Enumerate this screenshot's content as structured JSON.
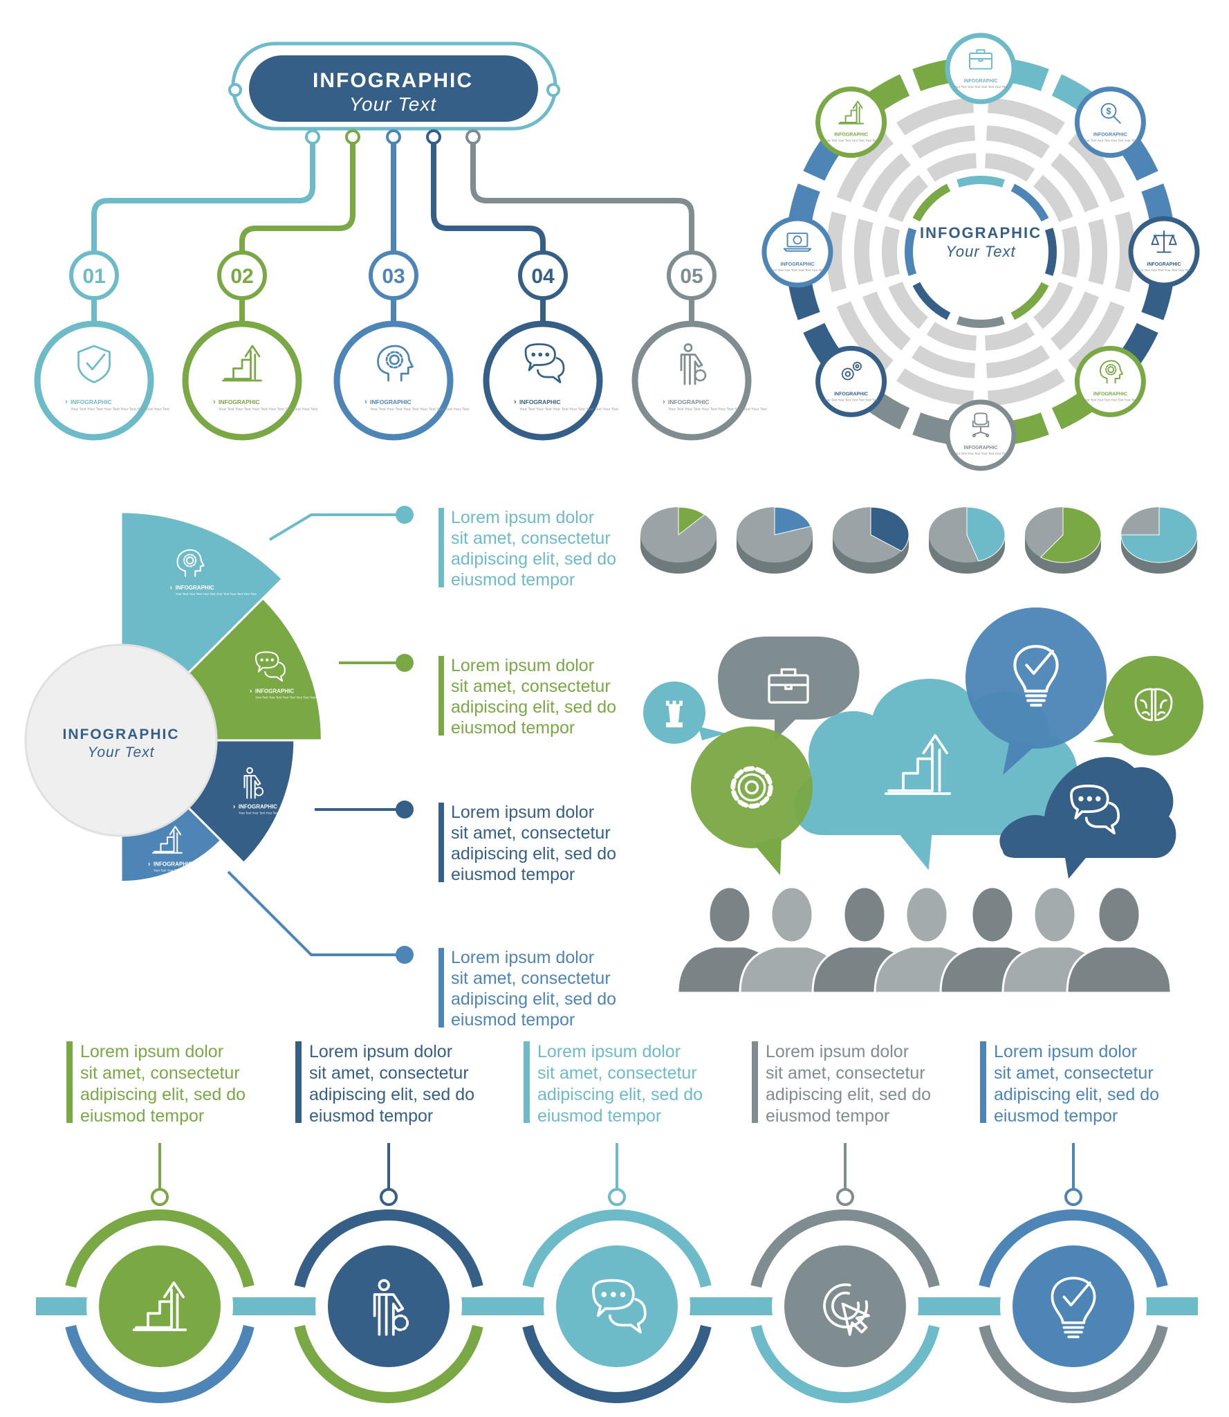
{
  "colors": {
    "teal": "#6DBBC8",
    "green": "#79A845",
    "blue": "#4C85B6",
    "navy": "#355F86",
    "gray": "#7F8C90",
    "lightgray": "#D3D3D3",
    "palegray": "#EFEFEF"
  },
  "org": {
    "title": "INFOGRAPHIC",
    "subtitle": "Your Text",
    "steps": [
      {
        "num": "01",
        "label": "INFOGRAPHIC",
        "text": "Your Text Your Text Your Text Your Text Your Text Your Text",
        "icon": "shield-check-icon",
        "color": "teal"
      },
      {
        "num": "02",
        "label": "INFOGRAPHIC",
        "text": "Your Text Your Text Your Text Your Text Your Text Your Text",
        "icon": "growth-chart-icon",
        "color": "green"
      },
      {
        "num": "03",
        "label": "INFOGRAPHIC",
        "text": "Your Text Your Text Your Text Your Text Your Text Your Text",
        "icon": "head-gear-icon",
        "color": "blue"
      },
      {
        "num": "04",
        "label": "INFOGRAPHIC",
        "text": "Your Text Your Text Your Text Your Text Your Text Your Text",
        "icon": "chat-bubbles-icon",
        "color": "navy"
      },
      {
        "num": "05",
        "label": "INFOGRAPHIC",
        "text": "Your Text Your Text Your Text Your Text Your Text Your Text",
        "icon": "businessman-gear-icon",
        "color": "gray"
      }
    ]
  },
  "ring": {
    "title": "INFOGRAPHIC",
    "subtitle": "Your Text",
    "nodes": [
      {
        "label": "INFOGRAPHIC",
        "text": "Your Text Your Text Your Text Your Text",
        "icon": "briefcase-icon",
        "color": "teal"
      },
      {
        "label": "INFOGRAPHIC",
        "text": "Your Text Your Text Your Text Your Text",
        "icon": "money-search-icon",
        "color": "blue"
      },
      {
        "label": "INFOGRAPHIC",
        "text": "Your Text Your Text Your Text Your Text",
        "icon": "scales-icon",
        "color": "navy"
      },
      {
        "label": "INFOGRAPHIC",
        "text": "Your Text Your Text Your Text Your Text",
        "icon": "head-gear-icon",
        "color": "green"
      },
      {
        "label": "INFOGRAPHIC",
        "text": "Your Text Your Text Your Text Your Text",
        "icon": "office-chair-icon",
        "color": "gray"
      },
      {
        "label": "INFOGRAPHIC",
        "text": "Your Text Your Text Your Text Your Text",
        "icon": "gears-icon",
        "color": "navy"
      },
      {
        "label": "INFOGRAPHIC",
        "text": "Your Text Your Text Your Text Your Text",
        "icon": "laptop-gear-icon",
        "color": "blue"
      },
      {
        "label": "INFOGRAPHIC",
        "text": "Your Text Your Text Your Text Your Text",
        "icon": "growth-chart-icon",
        "color": "green"
      }
    ]
  },
  "fan": {
    "title": "INFOGRAPHIC",
    "subtitle": "Your Text",
    "segments": [
      {
        "label": "INFOGRAPHIC",
        "text": "Your Text Your Text Your Text Your Text Your Text Your Text",
        "icon": "head-gear-icon",
        "color": "teal",
        "value": 1.0
      },
      {
        "label": "INFOGRAPHIC",
        "text": "Your Text Your Text Your Text Your Text Your Text Your Text",
        "icon": "chat-bubbles-icon",
        "color": "green",
        "value": 0.88
      },
      {
        "label": "INFOGRAPHIC",
        "text": "Your Text Your Text Your Text Your Text Your Text Your Text",
        "icon": "businessman-gear-icon",
        "color": "navy",
        "value": 0.76
      },
      {
        "label": "INFOGRAPHIC",
        "text": "Your Text Your Text Your Text Your Text Your Text Your Text",
        "icon": "growth-chart-icon",
        "color": "blue",
        "value": 0.62
      }
    ],
    "texts": [
      {
        "lines": [
          "Lorem ipsum dolor",
          "sit amet, consectetur",
          "adipiscing elit, sed do",
          "eiusmod tempor"
        ],
        "color": "teal"
      },
      {
        "lines": [
          "Lorem ipsum dolor",
          "sit amet, consectetur",
          "adipiscing elit, sed do",
          "eiusmod tempor"
        ],
        "color": "green"
      },
      {
        "lines": [
          "Lorem ipsum dolor",
          "sit amet, consectetur",
          "adipiscing elit, sed do",
          "eiusmod tempor"
        ],
        "color": "navy"
      },
      {
        "lines": [
          "Lorem ipsum dolor",
          "sit amet, consectetur",
          "adipiscing elit, sed do",
          "eiusmod tempor"
        ],
        "color": "blue"
      }
    ]
  },
  "pies": [
    {
      "color": "green",
      "fraction": 0.12
    },
    {
      "color": "blue",
      "fraction": 0.2
    },
    {
      "color": "navy",
      "fraction": 0.35
    },
    {
      "color": "teal",
      "fraction": 0.45
    },
    {
      "color": "green",
      "fraction": 0.6
    },
    {
      "color": "teal",
      "fraction": 0.75
    }
  ],
  "bubbles": {
    "icons": [
      "chess-rook-icon",
      "briefcase-icon",
      "lightbulb-check-icon",
      "brain-icon",
      "gear-icon",
      "growth-chart-icon",
      "chat-bubbles-icon"
    ],
    "people_count": 7
  },
  "timeline": {
    "texts": [
      {
        "lines": [
          "Lorem ipsum dolor",
          "sit amet, consectetur",
          "adipiscing elit, sed do",
          "eiusmod tempor"
        ],
        "color": "green"
      },
      {
        "lines": [
          "Lorem ipsum dolor",
          "sit amet, consectetur",
          "adipiscing elit, sed do",
          "eiusmod tempor"
        ],
        "color": "navy"
      },
      {
        "lines": [
          "Lorem ipsum dolor",
          "sit amet, consectetur",
          "adipiscing elit, sed do",
          "eiusmod tempor"
        ],
        "color": "teal"
      },
      {
        "lines": [
          "Lorem ipsum dolor",
          "sit amet, consectetur",
          "adipiscing elit, sed do",
          "eiusmod tempor"
        ],
        "color": "gray"
      },
      {
        "lines": [
          "Lorem ipsum dolor",
          "sit amet, consectetur",
          "adipiscing elit, sed do",
          "eiusmod tempor"
        ],
        "color": "blue"
      }
    ],
    "nodes": [
      {
        "icon": "growth-chart-icon",
        "color": "green"
      },
      {
        "icon": "businessman-gear-icon",
        "color": "navy"
      },
      {
        "icon": "chat-bubbles-icon",
        "color": "teal"
      },
      {
        "icon": "target-cursor-icon",
        "color": "gray"
      },
      {
        "icon": "lightbulb-check-icon",
        "color": "blue"
      }
    ]
  }
}
